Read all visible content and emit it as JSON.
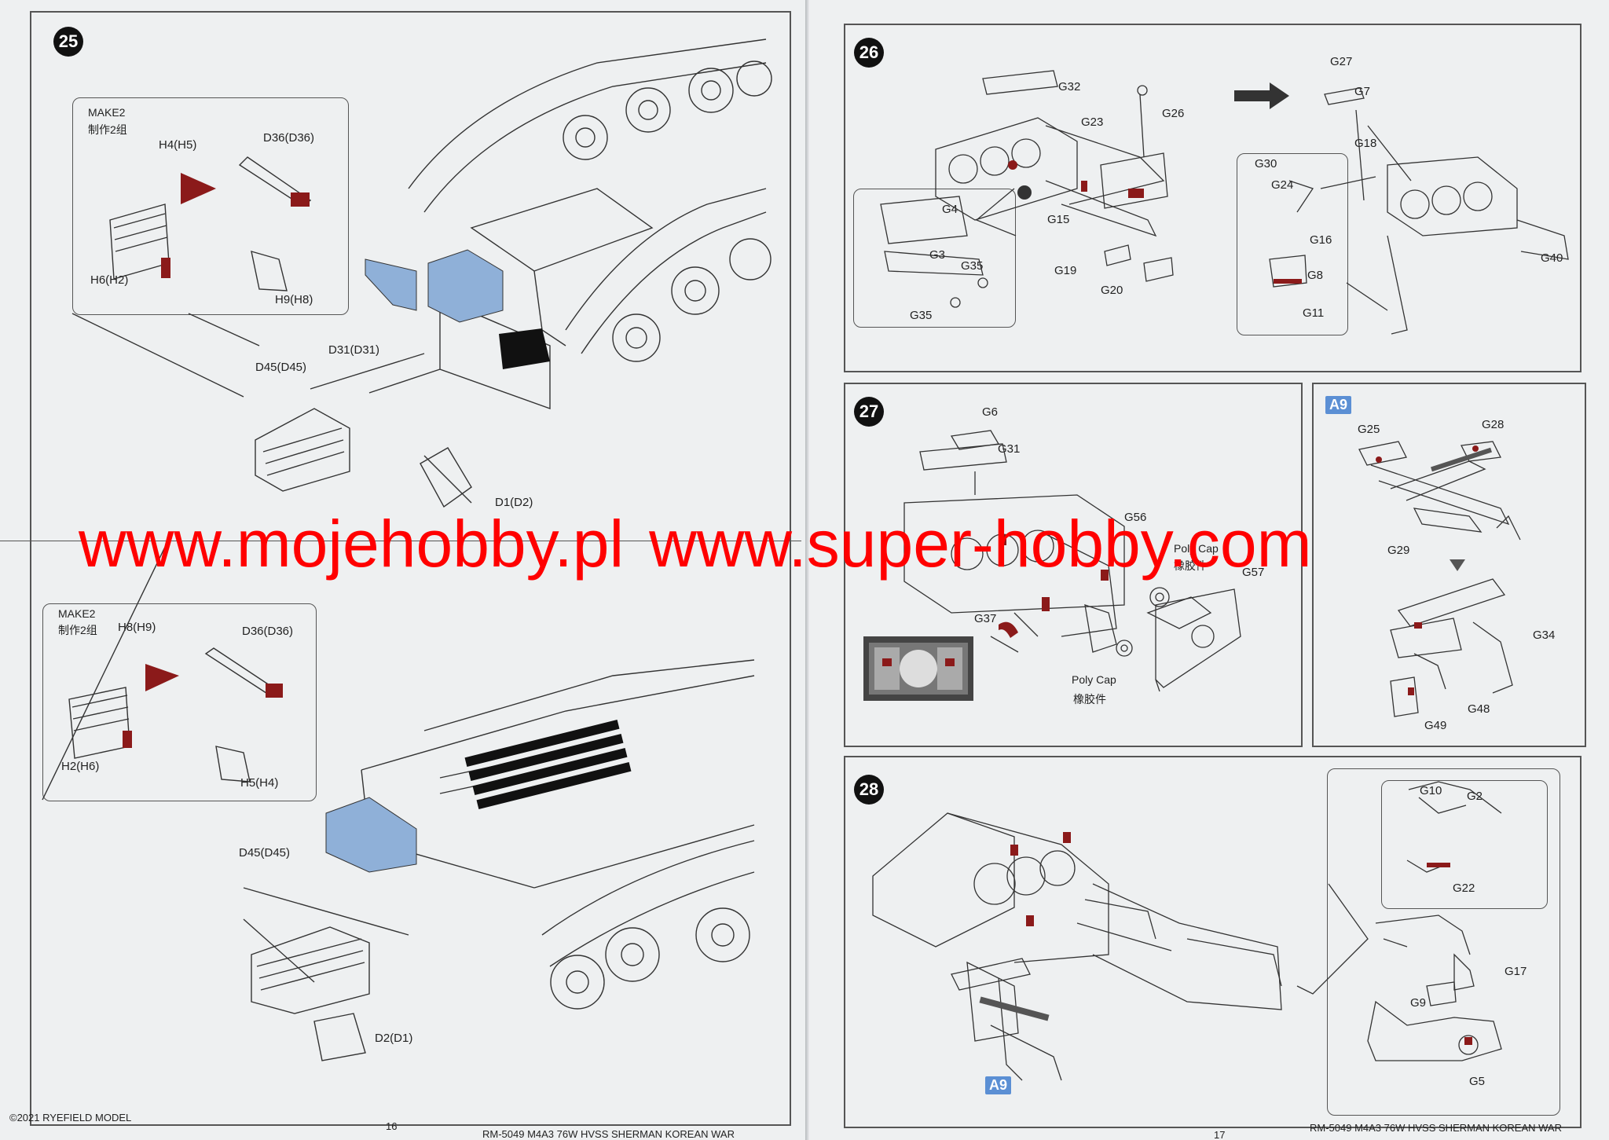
{
  "watermark": {
    "left_url": "www.mojehobby.pl",
    "right_url": "www.super-hobby.com"
  },
  "left_page": {
    "step_25": {
      "number": "25",
      "upper": {
        "make_note": "MAKE2",
        "make_note_cn": "制作2组",
        "parts": [
          "H4(H5)",
          "D36(D36)",
          "H6(H2)",
          "H9(H8)",
          "D31(D31)",
          "D45(D45)",
          "D1(D2)"
        ]
      },
      "lower": {
        "make_note": "MAKE2",
        "make_note_cn": "制作2组",
        "parts": [
          "H8(H9)",
          "D36(D36)",
          "H2(H6)",
          "H5(H4)",
          "D45(D45)",
          "D2(D1)"
        ]
      }
    },
    "footer": {
      "copyright": "©2021 RYEFIELD MODEL",
      "page_number": "16",
      "product": "RM-5049 M4A3 76W HVSS SHERMAN KOREAN WAR"
    }
  },
  "right_page": {
    "step_26": {
      "number": "26",
      "parts": [
        "G32",
        "G23",
        "G26",
        "G15",
        "G19",
        "G20",
        "G4",
        "G3",
        "G35",
        "G35",
        "G27",
        "G7",
        "G18",
        "G30",
        "G24",
        "G16",
        "G8",
        "G11",
        "G40"
      ]
    },
    "step_27": {
      "number": "27",
      "parts": [
        "G6",
        "G31",
        "G56",
        "G57",
        "G37"
      ],
      "poly_cap": "Poly Cap",
      "poly_cap_cn": "橡胶件",
      "poly_cap_2": "Poly Cap",
      "poly_cap_2_cn": "橡胶件"
    },
    "step_a9": {
      "badge": "A9",
      "parts": [
        "G25",
        "G28",
        "G29",
        "G34",
        "G48",
        "G49"
      ]
    },
    "step_28": {
      "number": "28",
      "badge": "A9",
      "parts": [
        "G10",
        "G2",
        "G22",
        "G17",
        "G9",
        "G5"
      ]
    },
    "footer": {
      "page_number": "17",
      "product": "RM-5049 M4A3 76W HVSS SHERMAN KOREAN WAR"
    }
  },
  "colors": {
    "paper": "#eef0f1",
    "highlight_blue": "#8fb0d8",
    "part_red": "#8b1a1a",
    "watermark": "#ff0000",
    "badge_blue": "#5b8fd4"
  }
}
